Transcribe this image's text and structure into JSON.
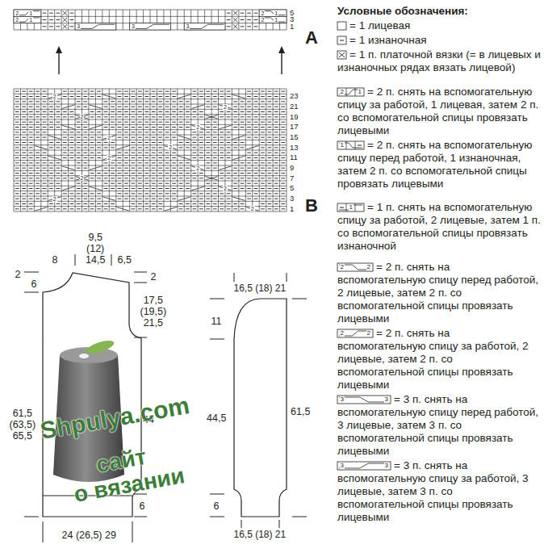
{
  "diagram": {
    "labels": [
      "5",
      "3",
      "1",
      "A",
      "2",
      "1",
      "2",
      "1",
      "2",
      "1",
      "2",
      "1",
      "3",
      "3",
      "3",
      "23",
      "21",
      "19",
      "17",
      "15",
      "13",
      "11",
      "9",
      "7",
      "5",
      "3",
      "1",
      "B",
      "2",
      "2",
      "2",
      "2",
      "2",
      "2",
      "2",
      "2",
      "2",
      "2",
      "2",
      "2",
      "Условные обозначения:",
      "2",
      "1",
      "1",
      "1",
      "2",
      "2",
      "2",
      "2",
      "3",
      "3",
      "3",
      "3",
      "9,5 (12) 14,5",
      "8",
      "6,5",
      "2",
      "6",
      "2",
      "17,5 (19,5) 21,5",
      "61,5 (63,5) 65,5",
      "44",
      "6",
      "24 (26,5) 29",
      "16,5 (18) 21",
      "11",
      "44,5",
      "6",
      "61,5",
      "16,5 (18) 21",
      "Shpulya.com",
      "сайт",
      "о вязании"
    ],
    "legend": [
      {
        "text": "= 1 лицевая"
      },
      {
        "text": "= 1 изнаночная"
      },
      {
        "text": "= 1 п. платочной вязки (= в лицевых и изнаночных рядах вязать лицевой)"
      },
      {
        "text": "= 2 п. снять на вспомогательную спицу за работой, 1 лицевая, затем 2 п. со вспомогательной спицы провязать лицевыми"
      },
      {
        "text": "= 2 п. снять на вспомогательную спицу перед работой, 1 изнаночная, затем 2 п. со вспомогательной спицы провязать лицевыми"
      },
      {
        "text": "= 1 п. снять на вспомогательную спицу за работой, 2 лицевые, затем 1 п. со вспомогательной спицы провязать изнаночной"
      },
      {
        "text": "= 2 п. снять на вспомогательную спицу перед работой, 2 лицевые, затем 2 п. со вспомогательной спицы провязать лицевыми"
      },
      {
        "text": "= 2 п. снять на вспомогательную спицу за работой, 2 лицевые, затем 2 п. со вспомогательной спицы провязать лицевыми"
      },
      {
        "text": "= 3 п. снять на вспомогательную спицу перед работой, 3 лицевые, затем 3 п. со вспомогательной спицы провязать лицевыми"
      },
      {
        "text": "= 3 п. снять на вспомогательную спицу за работой, 3 лицевые, затем 3 п. со вспомогательной спицы провязать лицевыми"
      }
    ]
  }
}
